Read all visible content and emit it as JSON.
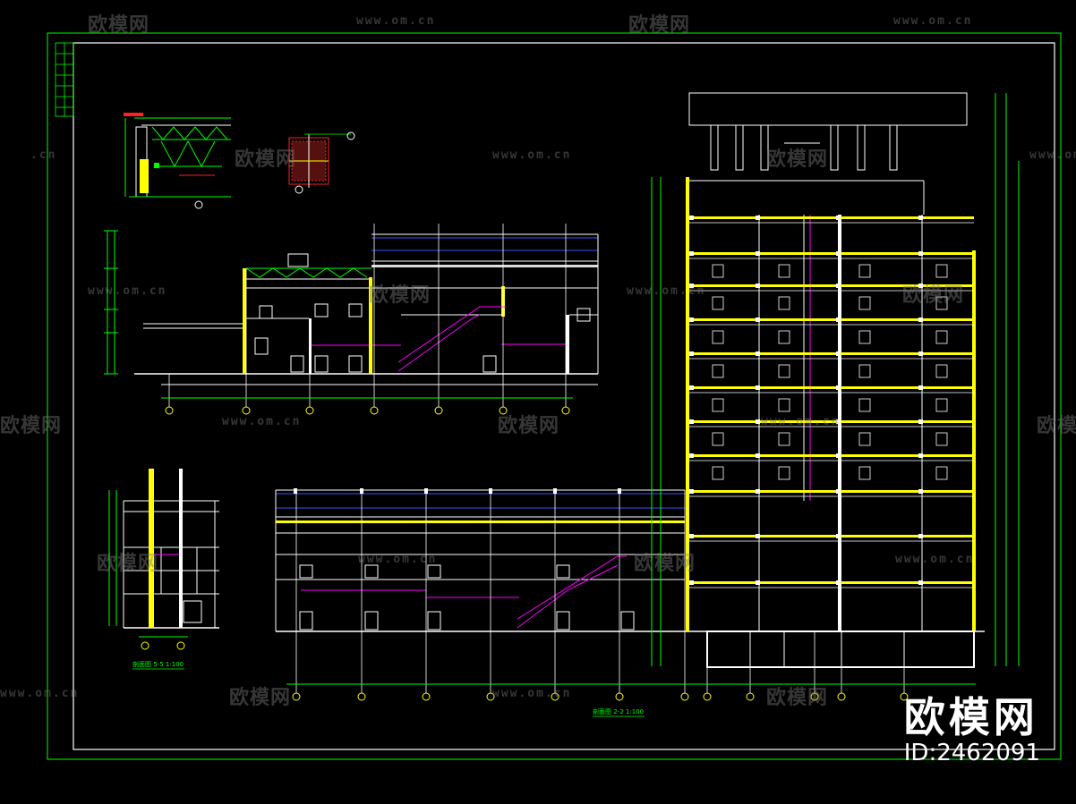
{
  "drawing": {
    "title_main": "剖面图 2-2 1:100",
    "title_small": "剖面图 5-5 1:100",
    "colors": {
      "background": "#000000",
      "frame": "#00ff00",
      "wall": "#ffff00",
      "line": "#ffffff",
      "stair": "#ff00ff",
      "dim": "#00ff00",
      "glass": "#3355ff",
      "red": "#ff2020"
    }
  },
  "watermark": {
    "brand_cn": "欧模网",
    "url": "www.om.cn",
    "short": ".cn"
  },
  "brand": {
    "name": "欧模网",
    "id": "ID:2462091"
  }
}
